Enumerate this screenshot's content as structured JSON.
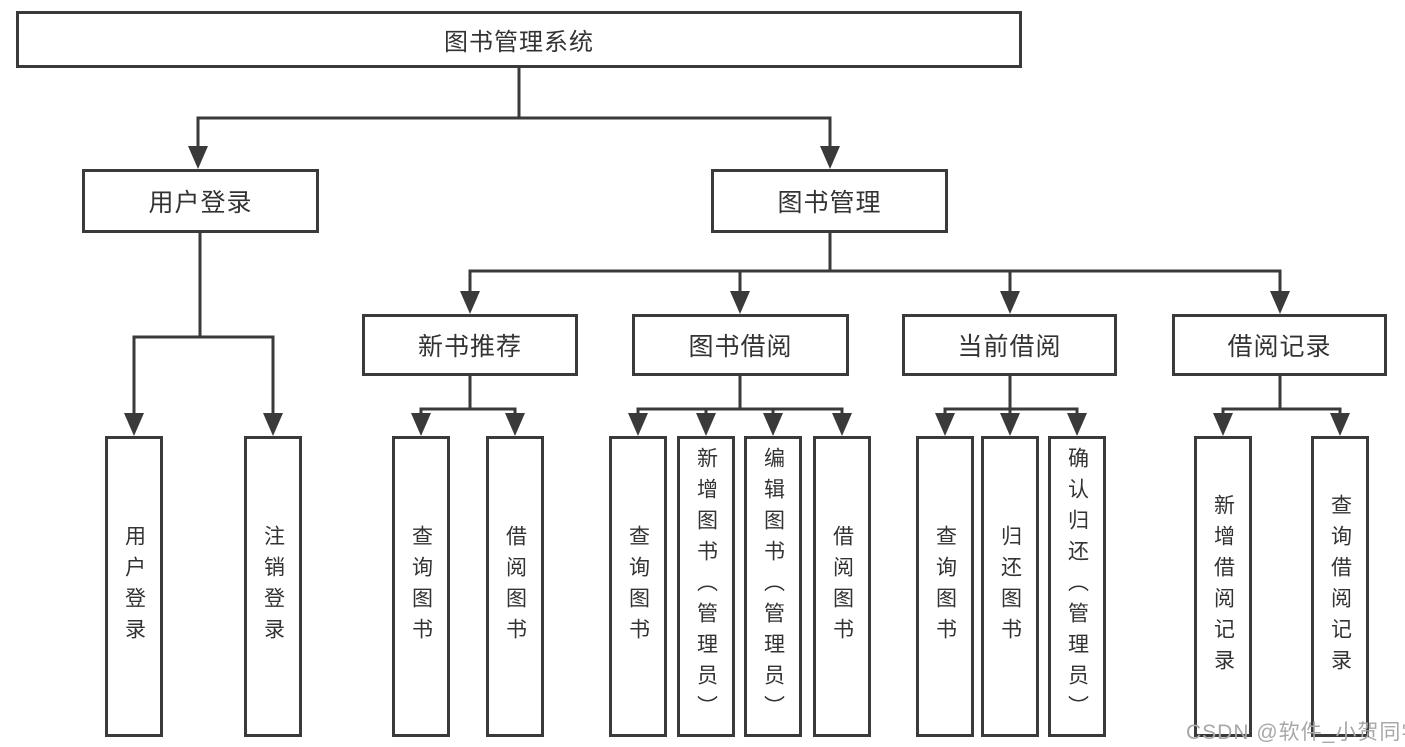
{
  "colors": {
    "line": "#3a3a3a",
    "box_border": "#3a3a3a",
    "text": "#333333",
    "background": "#ffffff",
    "watermark": "#a8a8a8"
  },
  "nodes": {
    "root": "图书管理系统",
    "userLogin": "用户登录",
    "bookManagement": "图书管理",
    "newBookRecommend": "新书推荐",
    "bookBorrowing": "图书借阅",
    "currentBorrowing": "当前借阅",
    "borrowingRecords": "借阅记录",
    "leafUserLogin": "用户登录",
    "leafLogout": "注销登录",
    "leafQueryBooksRecommend": "查询图书",
    "leafBorrowBooksRecommend": "借阅图书",
    "leafQueryBooksBorrowing": "查询图书",
    "leafAddBooksAdmin": "新增图书（管理员）",
    "leafEditBooksAdmin": "编辑图书（管理员）",
    "leafBorrowBooksBorrowing": "借阅图书",
    "leafQueryBooksCurrent": "查询图书",
    "leafReturnBooks": "归还图书",
    "leafConfirmReturnAdmin": "确认归还（管理员）",
    "leafAddBorrowRecord": "新增借阅记录",
    "leafQueryBorrowRecord": "查询借阅记录"
  },
  "hierarchy": {
    "图书管理系统": {
      "用户登录": [
        "用户登录",
        "注销登录"
      ],
      "图书管理": {
        "新书推荐": [
          "查询图书",
          "借阅图书"
        ],
        "图书借阅": [
          "查询图书",
          "新增图书（管理员）",
          "编辑图书（管理员）",
          "借阅图书"
        ],
        "当前借阅": [
          "查询图书",
          "归还图书",
          "确认归还（管理员）"
        ],
        "借阅记录": [
          "新增借阅记录",
          "查询借阅记录"
        ]
      }
    }
  },
  "page": {
    "watermark": "CSDN @软件_小贺同学"
  }
}
